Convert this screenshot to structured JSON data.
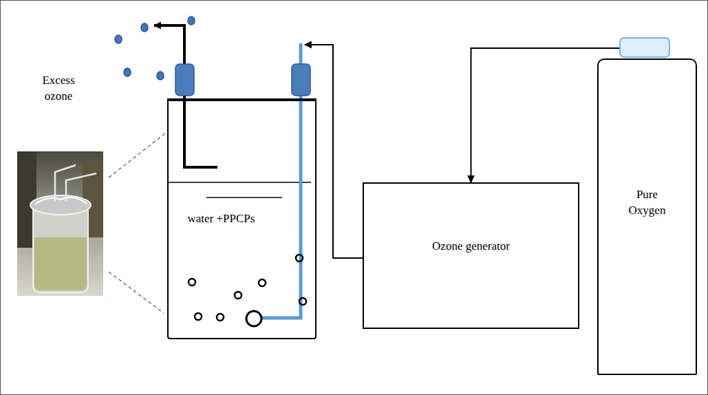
{
  "diagram": {
    "nodes": [
      {
        "text": [
          "water +PPCPs"
        ]
      },
      {
        "text": [
          "Ozone generator"
        ]
      },
      {
        "text": [
          "Pure Oxygen"
        ]
      }
    ],
    "edges": [
      {
        "from": 2,
        "to": 1,
        "arrow": "to"
      },
      {
        "from": 1,
        "to": 0,
        "arrow": "to"
      }
    ],
    "labels": [
      "Excess ozone"
    ]
  }
}
